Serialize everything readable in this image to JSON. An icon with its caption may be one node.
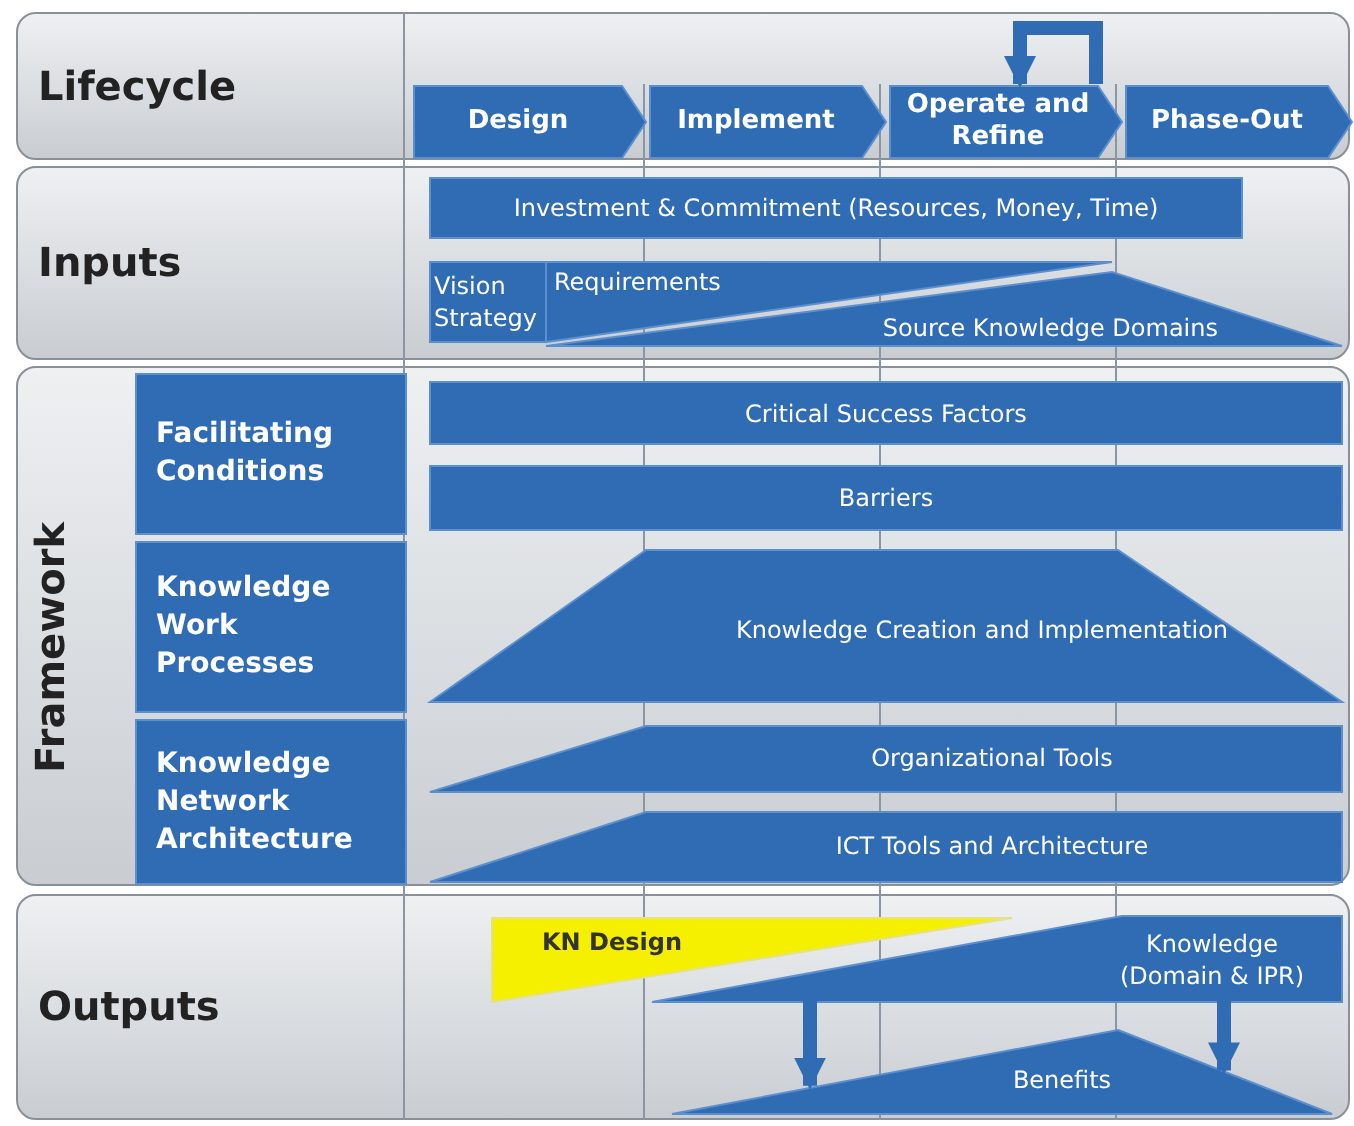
{
  "diagram": {
    "nodes": [
      {
        "text": [
          "Lifecycle"
        ]
      },
      {
        "text": [
          "Design"
        ],
        "in": 0
      },
      {
        "text": [
          "Implement"
        ],
        "in": 0
      },
      {
        "text": [
          "Operate and Refine"
        ],
        "in": 0
      },
      {
        "text": [
          "Phase-Out"
        ],
        "in": 0
      },
      {
        "text": [
          "Inputs"
        ]
      },
      {
        "text": [
          "Investment & Commitment (Resources, Money, Time)"
        ],
        "in": 5
      },
      {
        "text": [
          "Vision Strategy"
        ],
        "in": 5
      },
      {
        "text": [
          "Requirements"
        ],
        "in": 5
      },
      {
        "text": [
          "Source Knowledge Domains"
        ],
        "in": 5
      },
      {
        "text": [
          "Framework"
        ]
      },
      {
        "text": [
          "Facilitating Conditions"
        ],
        "in": 10
      },
      {
        "text": [
          "Critical Success Factors"
        ],
        "in": 10
      },
      {
        "text": [
          "Barriers"
        ],
        "in": 10
      },
      {
        "text": [
          "Knowledge Work Processes"
        ],
        "in": 10
      },
      {
        "text": [
          "Knowledge Creation and Implementation"
        ],
        "in": 10
      },
      {
        "text": [
          "Knowledge Network Architecture"
        ],
        "in": 10
      },
      {
        "text": [
          "Organizational Tools"
        ],
        "in": 10
      },
      {
        "text": [
          "ICT Tools and Architecture"
        ],
        "in": 10
      },
      {
        "text": [
          "Outputs"
        ]
      },
      {
        "text": [
          "KN Design"
        ],
        "in": 19
      },
      {
        "text": [
          "Knowledge (Domain & IPR)"
        ],
        "in": 19
      },
      {
        "text": [
          "Benefits"
        ],
        "in": 19
      }
    ],
    "edges": [
      {
        "from": 3,
        "to": 3,
        "arrow": "to"
      },
      {
        "from": 21,
        "to": 22,
        "arrow": "to"
      },
      {
        "from": 21,
        "to": 22,
        "arrow": "to"
      }
    ]
  }
}
